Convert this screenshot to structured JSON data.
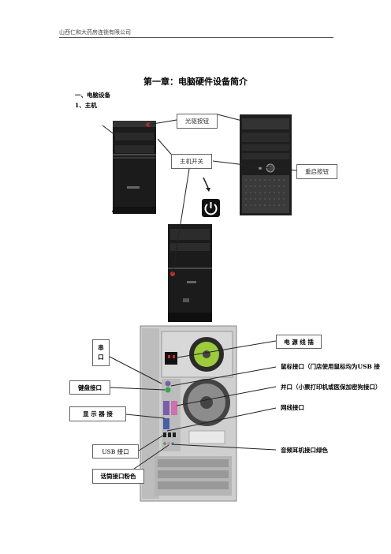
{
  "header": {
    "company": "山西仁和大药房连锁有限公司"
  },
  "chapter_title": "第一章：电脑硬件设备简介",
  "section_1": "一、电脑设备",
  "section_1_1": "1、主机",
  "bullet": "•",
  "front_labels": {
    "optical_button": "光驱按钮",
    "power_switch": "主机开关",
    "reset_button": "重启按钮"
  },
  "back_labels": {
    "serial_port": "串\n口",
    "power_socket": "电 源 线 插",
    "mouse_port": "鼠标接口（门店使用鼠标均为USB 接",
    "keyboard_port": "键盘接口",
    "parallel_port": "并口（小票打印机或医保加密狗接口）",
    "display_port": "显 示 器 接",
    "network_port": "网线接口",
    "usb_port": "USB 接口",
    "audio_port": "音频耳机接口绿色",
    "mic_port": "话筒接口粉色"
  },
  "colors": {
    "case_dark": "#1b1b1b",
    "power_green": "#9ccc3c",
    "mic_pink": "#e07aa0",
    "audio_green": "#3aa44a",
    "ps2_purple": "#7b5ea8"
  }
}
